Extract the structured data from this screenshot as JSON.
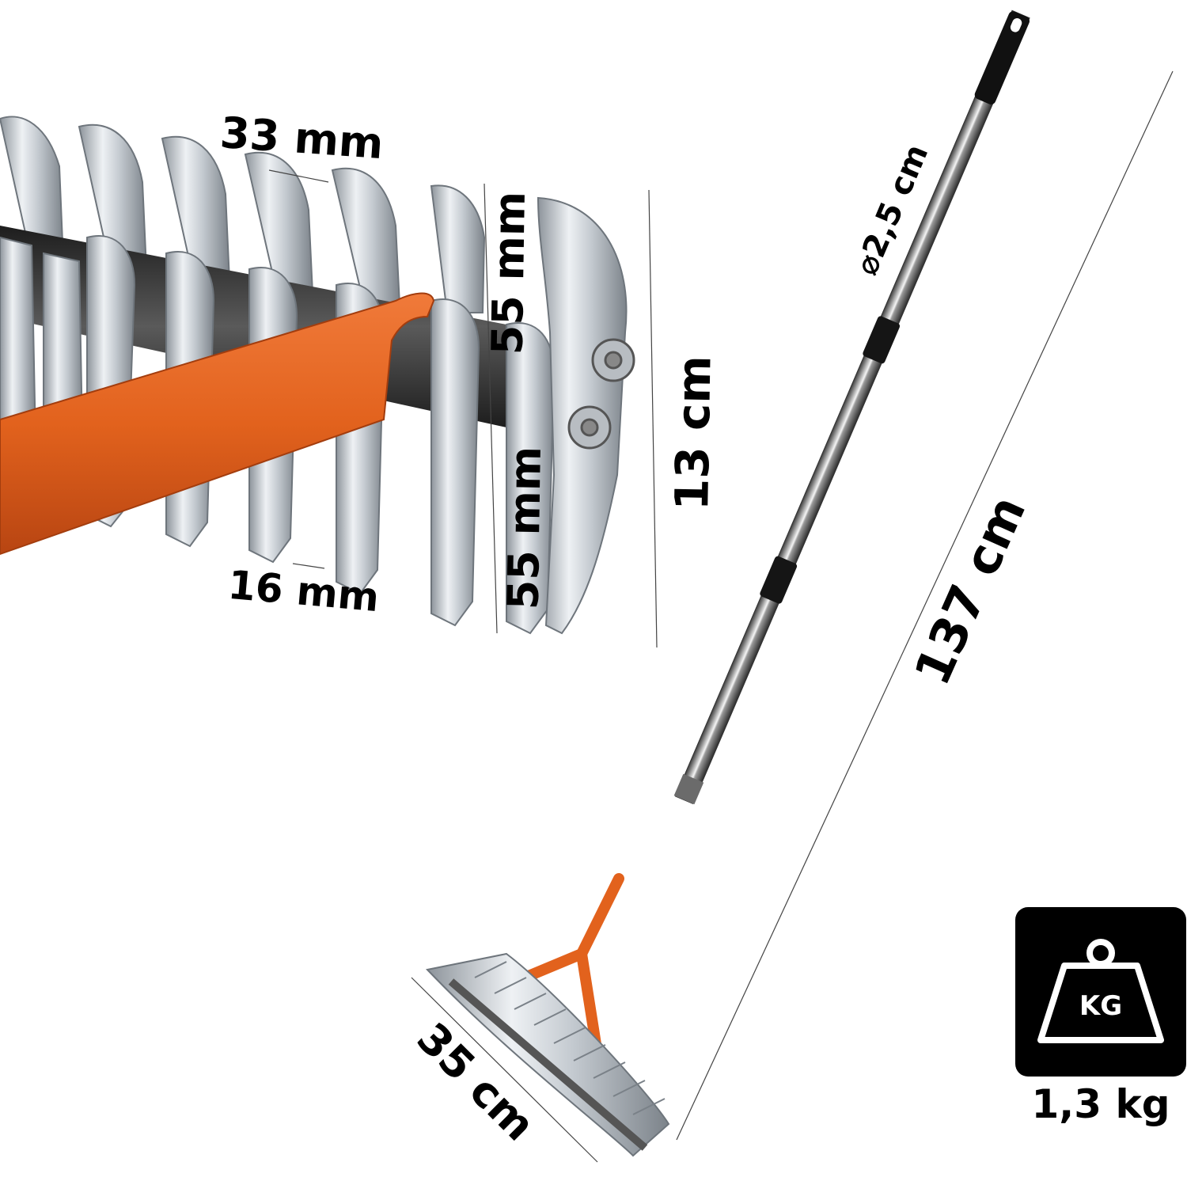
{
  "dimensions": {
    "tine_width": "33 mm",
    "tine_gap": "16 mm",
    "tine_upper_length": "55 mm",
    "tine_lower_length": "55 mm",
    "head_height": "13 cm",
    "handle_diameter": "⌀2,5 cm",
    "total_length": "137 cm",
    "head_width": "35 cm"
  },
  "weight": {
    "icon_label": "KG",
    "value": "1,3 kg"
  },
  "colors": {
    "frame_orange": "#e2621d",
    "steel": "#c9ced4",
    "shaft_dark": "#2a2a2a",
    "grip_black": "#111111",
    "badge_bg": "#000000"
  },
  "icons": [
    "weight-kg-icon"
  ]
}
